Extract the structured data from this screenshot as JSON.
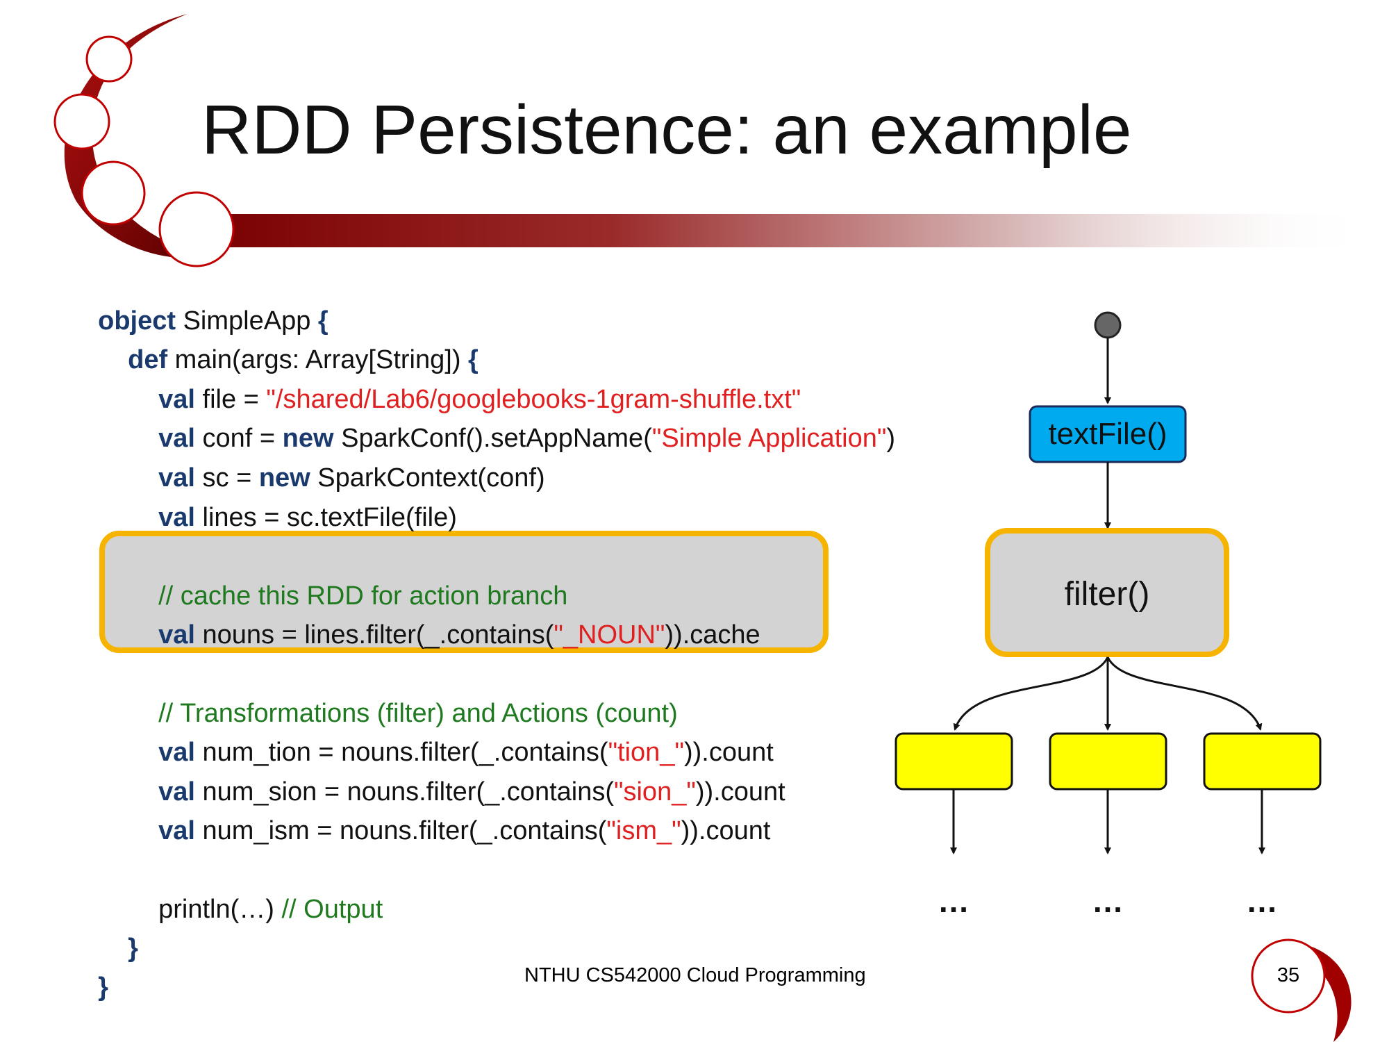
{
  "slide": {
    "title": "RDD Persistence: an example",
    "footer": "NTHU CS542000 Cloud Programming",
    "page_number": "35"
  },
  "code": {
    "l1_kw": "object",
    "l1_rest": " SimpleApp ",
    "l1_brace": "{",
    "l2_kw": "def",
    "l2_rest": " main(args: Array[String]) ",
    "l2_brace": "{",
    "l3_kw": "val",
    "l3_rest": " file = ",
    "l3_str": "\"/shared/Lab6/googlebooks-1gram-shuffle.txt\"",
    "l4_kw": "val",
    "l4_mid1": " conf = ",
    "l4_kw2": "new",
    "l4_mid2": " SparkConf().setAppName(",
    "l4_str": "\"Simple Application\"",
    "l4_end": ")",
    "l5_kw": "val",
    "l5_mid1": " sc = ",
    "l5_kw2": "new",
    "l5_mid2": " SparkContext(conf)",
    "l6_kw": "val",
    "l6_rest": " lines = sc.textFile(file)",
    "l7_comment": "// cache this RDD for action branch",
    "l8_kw": "val",
    "l8_mid": " nouns = lines.filter(_.contains(",
    "l8_str": "\"_NOUN\"",
    "l8_end": ")).cache",
    "l9_comment": "// Transformations (filter) and Actions (count)",
    "l10_kw": "val",
    "l10_mid": " num_tion = nouns.filter(_.contains(",
    "l10_str": "\"tion_\"",
    "l10_end": ")).count",
    "l11_kw": "val",
    "l11_mid": " num_sion = nouns.filter(_.contains(",
    "l11_str": "\"sion_\"",
    "l11_end": ")).count",
    "l12_kw": "val",
    "l12_mid": " num_ism = nouns.filter(_.contains(",
    "l12_str": "\"ism_\"",
    "l12_end": ")).count",
    "l13_rest": "println(…) ",
    "l13_comment": "// Output",
    "l14_brace": "}",
    "l15_brace": "}"
  },
  "diagram": {
    "node_textfile": "textFile()",
    "node_filter": "filter()",
    "ellipsis": "…",
    "colors": {
      "textfile_fill": "#00aaee",
      "filter_fill": "#d3d3d3",
      "filter_border": "#f6b400",
      "branch_fill": "#ffff00",
      "start_dot": "#666666"
    }
  },
  "colors": {
    "keyword": "#1a3a6e",
    "string": "#e02020",
    "comment": "#1f7a1f",
    "accent_red": "#c00000"
  }
}
